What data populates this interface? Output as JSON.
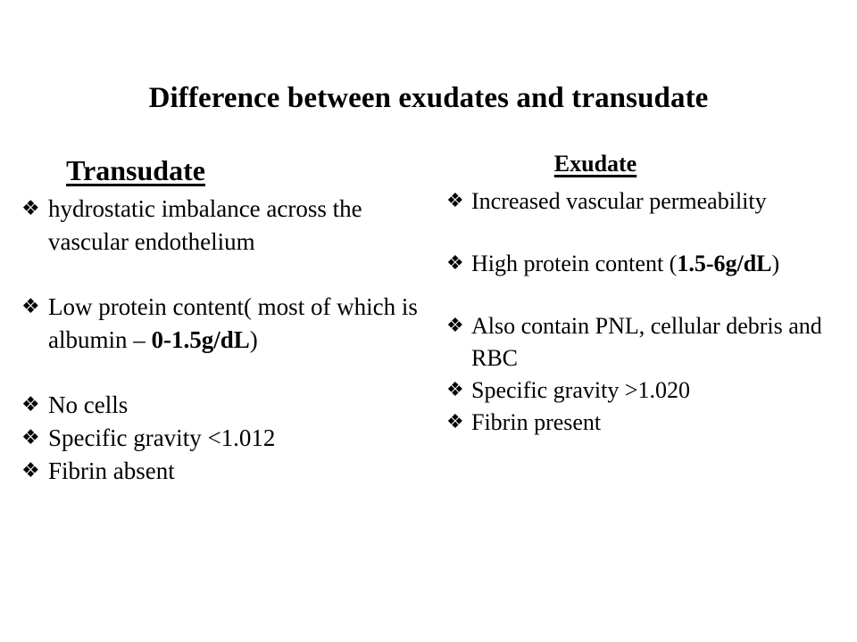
{
  "slide": {
    "title": "Difference between exudates and transudate",
    "background_color": "#ffffff",
    "text_color": "#000000",
    "bullet_glyph": "❖",
    "bullet_icon_name": "diamond-bullet-icon"
  },
  "columns": {
    "left": {
      "heading": "Transudate",
      "bullets": [
        {
          "parts": [
            {
              "text": "hydrostatic imbalance across the vascular endothelium",
              "bold": false
            }
          ],
          "gap_before": false
        },
        {
          "parts": [
            {
              "text": "Low protein content( most of which is albumin – ",
              "bold": false
            },
            {
              "text": "0-1.5g/dL",
              "bold": true
            },
            {
              "text": ")",
              "bold": false
            }
          ],
          "gap_before": true
        },
        {
          "parts": [
            {
              "text": "No cells",
              "bold": false
            }
          ],
          "gap_before": true
        },
        {
          "parts": [
            {
              "text": "Specific gravity <1.012",
              "bold": false
            }
          ],
          "gap_before": false
        },
        {
          "parts": [
            {
              "text": "Fibrin absent",
              "bold": false
            }
          ],
          "gap_before": false
        }
      ]
    },
    "right": {
      "heading": "Exudate",
      "bullets": [
        {
          "parts": [
            {
              "text": "Increased vascular permeability",
              "bold": false
            }
          ],
          "gap_before": false
        },
        {
          "parts": [
            {
              "text": "High protein content (",
              "bold": false
            },
            {
              "text": "1.5-6g/dL",
              "bold": true
            },
            {
              "text": ")",
              "bold": false
            }
          ],
          "gap_before": true
        },
        {
          "parts": [
            {
              "text": "Also contain PNL, cellular debris and RBC",
              "bold": false
            }
          ],
          "gap_before": true
        },
        {
          "parts": [
            {
              "text": "Specific gravity >1.020",
              "bold": false
            }
          ],
          "gap_before": false
        },
        {
          "parts": [
            {
              "text": "Fibrin present",
              "bold": false
            }
          ],
          "gap_before": false
        }
      ]
    }
  }
}
